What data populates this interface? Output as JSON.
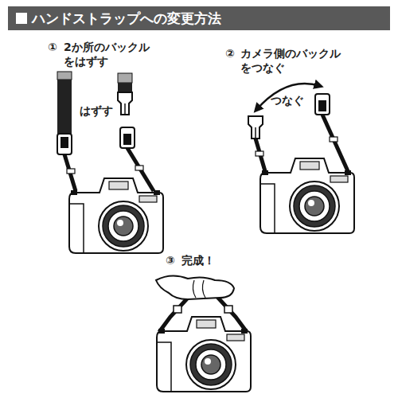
{
  "diagram": {
    "title": "ハンドストラップへの変更方法",
    "labels": [
      "①",
      "2か所のバックル をはずす",
      "はずす",
      "②",
      "カメラ側のバックル をつなぐ",
      "つなぐ",
      "③",
      "完成！"
    ]
  }
}
